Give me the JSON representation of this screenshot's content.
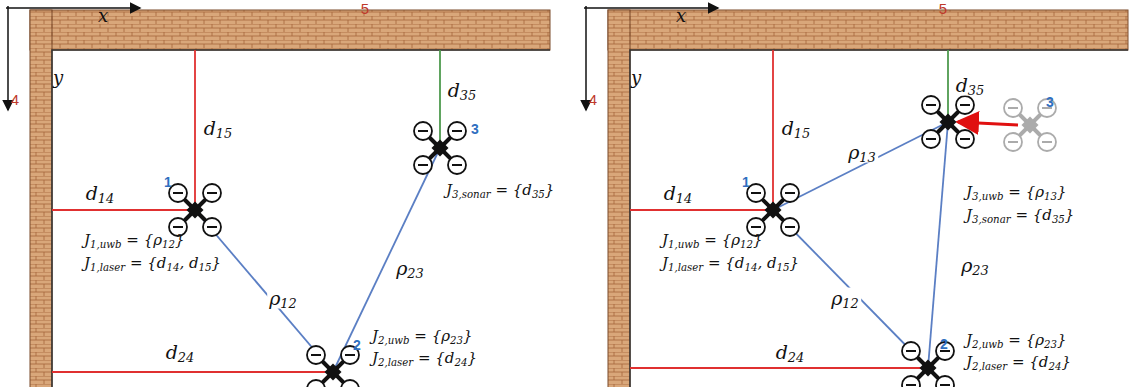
{
  "diagram": {
    "labels": [
      "x",
      "y",
      "5",
      "4",
      "d15",
      "d14",
      "1",
      "ρ12",
      "3",
      "d35",
      "ρ23",
      "2",
      "d24",
      "J1,uwb = {ρ12}",
      "J1,laser = {d14, d15}",
      "J2,uwb = {ρ23}",
      "J2,laser = {d24}",
      "J3,sonar = {d35}",
      "x",
      "y",
      "5",
      "4",
      "d15",
      "d14",
      "1",
      "ρ13",
      "ρ12",
      "d35",
      "3",
      "ρ23",
      "J3,uwb = {ρ13}",
      "J3,sonar = {d35}",
      "J1,uwb = {ρ12}",
      "J1,laser = {d14, d15}",
      "2",
      "J2,uwb = {ρ23}",
      "J2,laser = {d24}",
      "d24"
    ]
  }
}
